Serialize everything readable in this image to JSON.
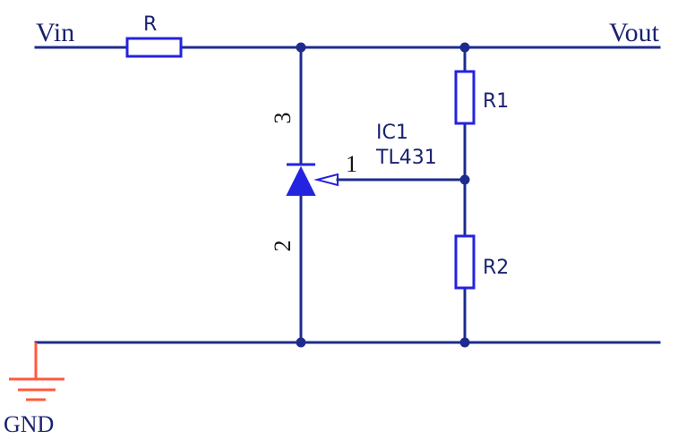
{
  "labels": {
    "vin": "Vin",
    "vout": "Vout",
    "r": "R",
    "r1": "R1",
    "r2": "R2",
    "ic_ref": "IC1",
    "ic_part": "TL431",
    "gnd": "GND"
  },
  "pins": {
    "cathode": "3",
    "anode": "2",
    "reference": "1"
  },
  "colors": {
    "wire": "#1e2b8e",
    "component": "#2323e0",
    "ground_symbol": "#ff5a3c"
  }
}
